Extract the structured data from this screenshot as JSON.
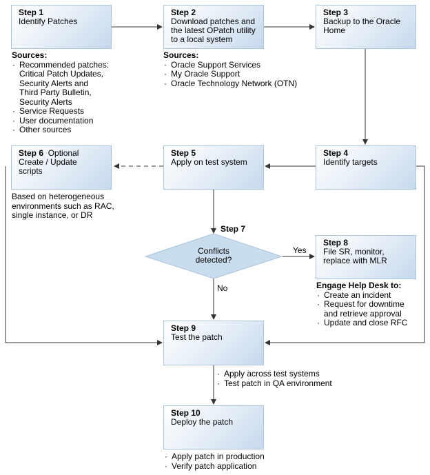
{
  "steps": {
    "s1": {
      "title": "Step 1",
      "lines": [
        "Identify Patches"
      ]
    },
    "s2": {
      "title": "Step 2",
      "lines": [
        "Download patches and",
        "the latest OPatch utility",
        "to a local system"
      ]
    },
    "s3": {
      "title": "Step 3",
      "lines": [
        "Backup to the Oracle",
        "Home"
      ]
    },
    "s4": {
      "title": "Step 4",
      "lines": [
        "Identify targets"
      ]
    },
    "s5": {
      "title": "Step 5",
      "lines": [
        "Apply on test system"
      ]
    },
    "s6": {
      "title": "Step 6",
      "suffix": "Optional",
      "lines": [
        "Create / Update",
        "scripts"
      ]
    },
    "s7": {
      "title": "Step 7",
      "lines": [
        "Conflicts",
        "detected?"
      ]
    },
    "s8": {
      "title": "Step 8",
      "lines": [
        "File SR, monitor,",
        "replace with MLR"
      ]
    },
    "s9": {
      "title": "Step 9",
      "lines": [
        "Test the patch"
      ]
    },
    "s10": {
      "title": "Step 10",
      "lines": [
        "Deploy the patch"
      ]
    }
  },
  "notes": {
    "step1_sources": {
      "heading": "Sources:",
      "items": [
        [
          "Recommended patches:",
          "Critical Patch Updates,",
          "Security Alerts and",
          "Third Party Bulletin,",
          "Security Alerts"
        ],
        [
          "Service Requests"
        ],
        [
          "User documentation"
        ],
        [
          "Other sources"
        ]
      ]
    },
    "step2_sources": {
      "heading": "Sources:",
      "items": [
        [
          "Oracle Support Services"
        ],
        [
          "My Oracle Support"
        ],
        [
          "Oracle Technology Network (OTN)"
        ]
      ]
    },
    "step6_note": [
      "Based on heterogeneous",
      "environments such as RAC,",
      "single instance, or DR"
    ],
    "step8_help": {
      "heading": "Engage Help Desk to:",
      "items": [
        [
          "Create an incident"
        ],
        [
          "Request for downtime",
          "and retrieve approval"
        ],
        [
          "Update and close RFC"
        ]
      ]
    },
    "step9_items": [
      [
        "Apply across test systems"
      ],
      [
        "Test patch in QA environment"
      ]
    ],
    "step10_items": [
      [
        "Apply patch in production"
      ],
      [
        "Verify patch application"
      ]
    ]
  },
  "labels": {
    "yes": "Yes",
    "no": "No"
  },
  "colors": {
    "box_border": "#a9c3dc",
    "box_fill": "#c5d9ec",
    "diamond_fill": "#c8dced",
    "line": "#333333"
  }
}
